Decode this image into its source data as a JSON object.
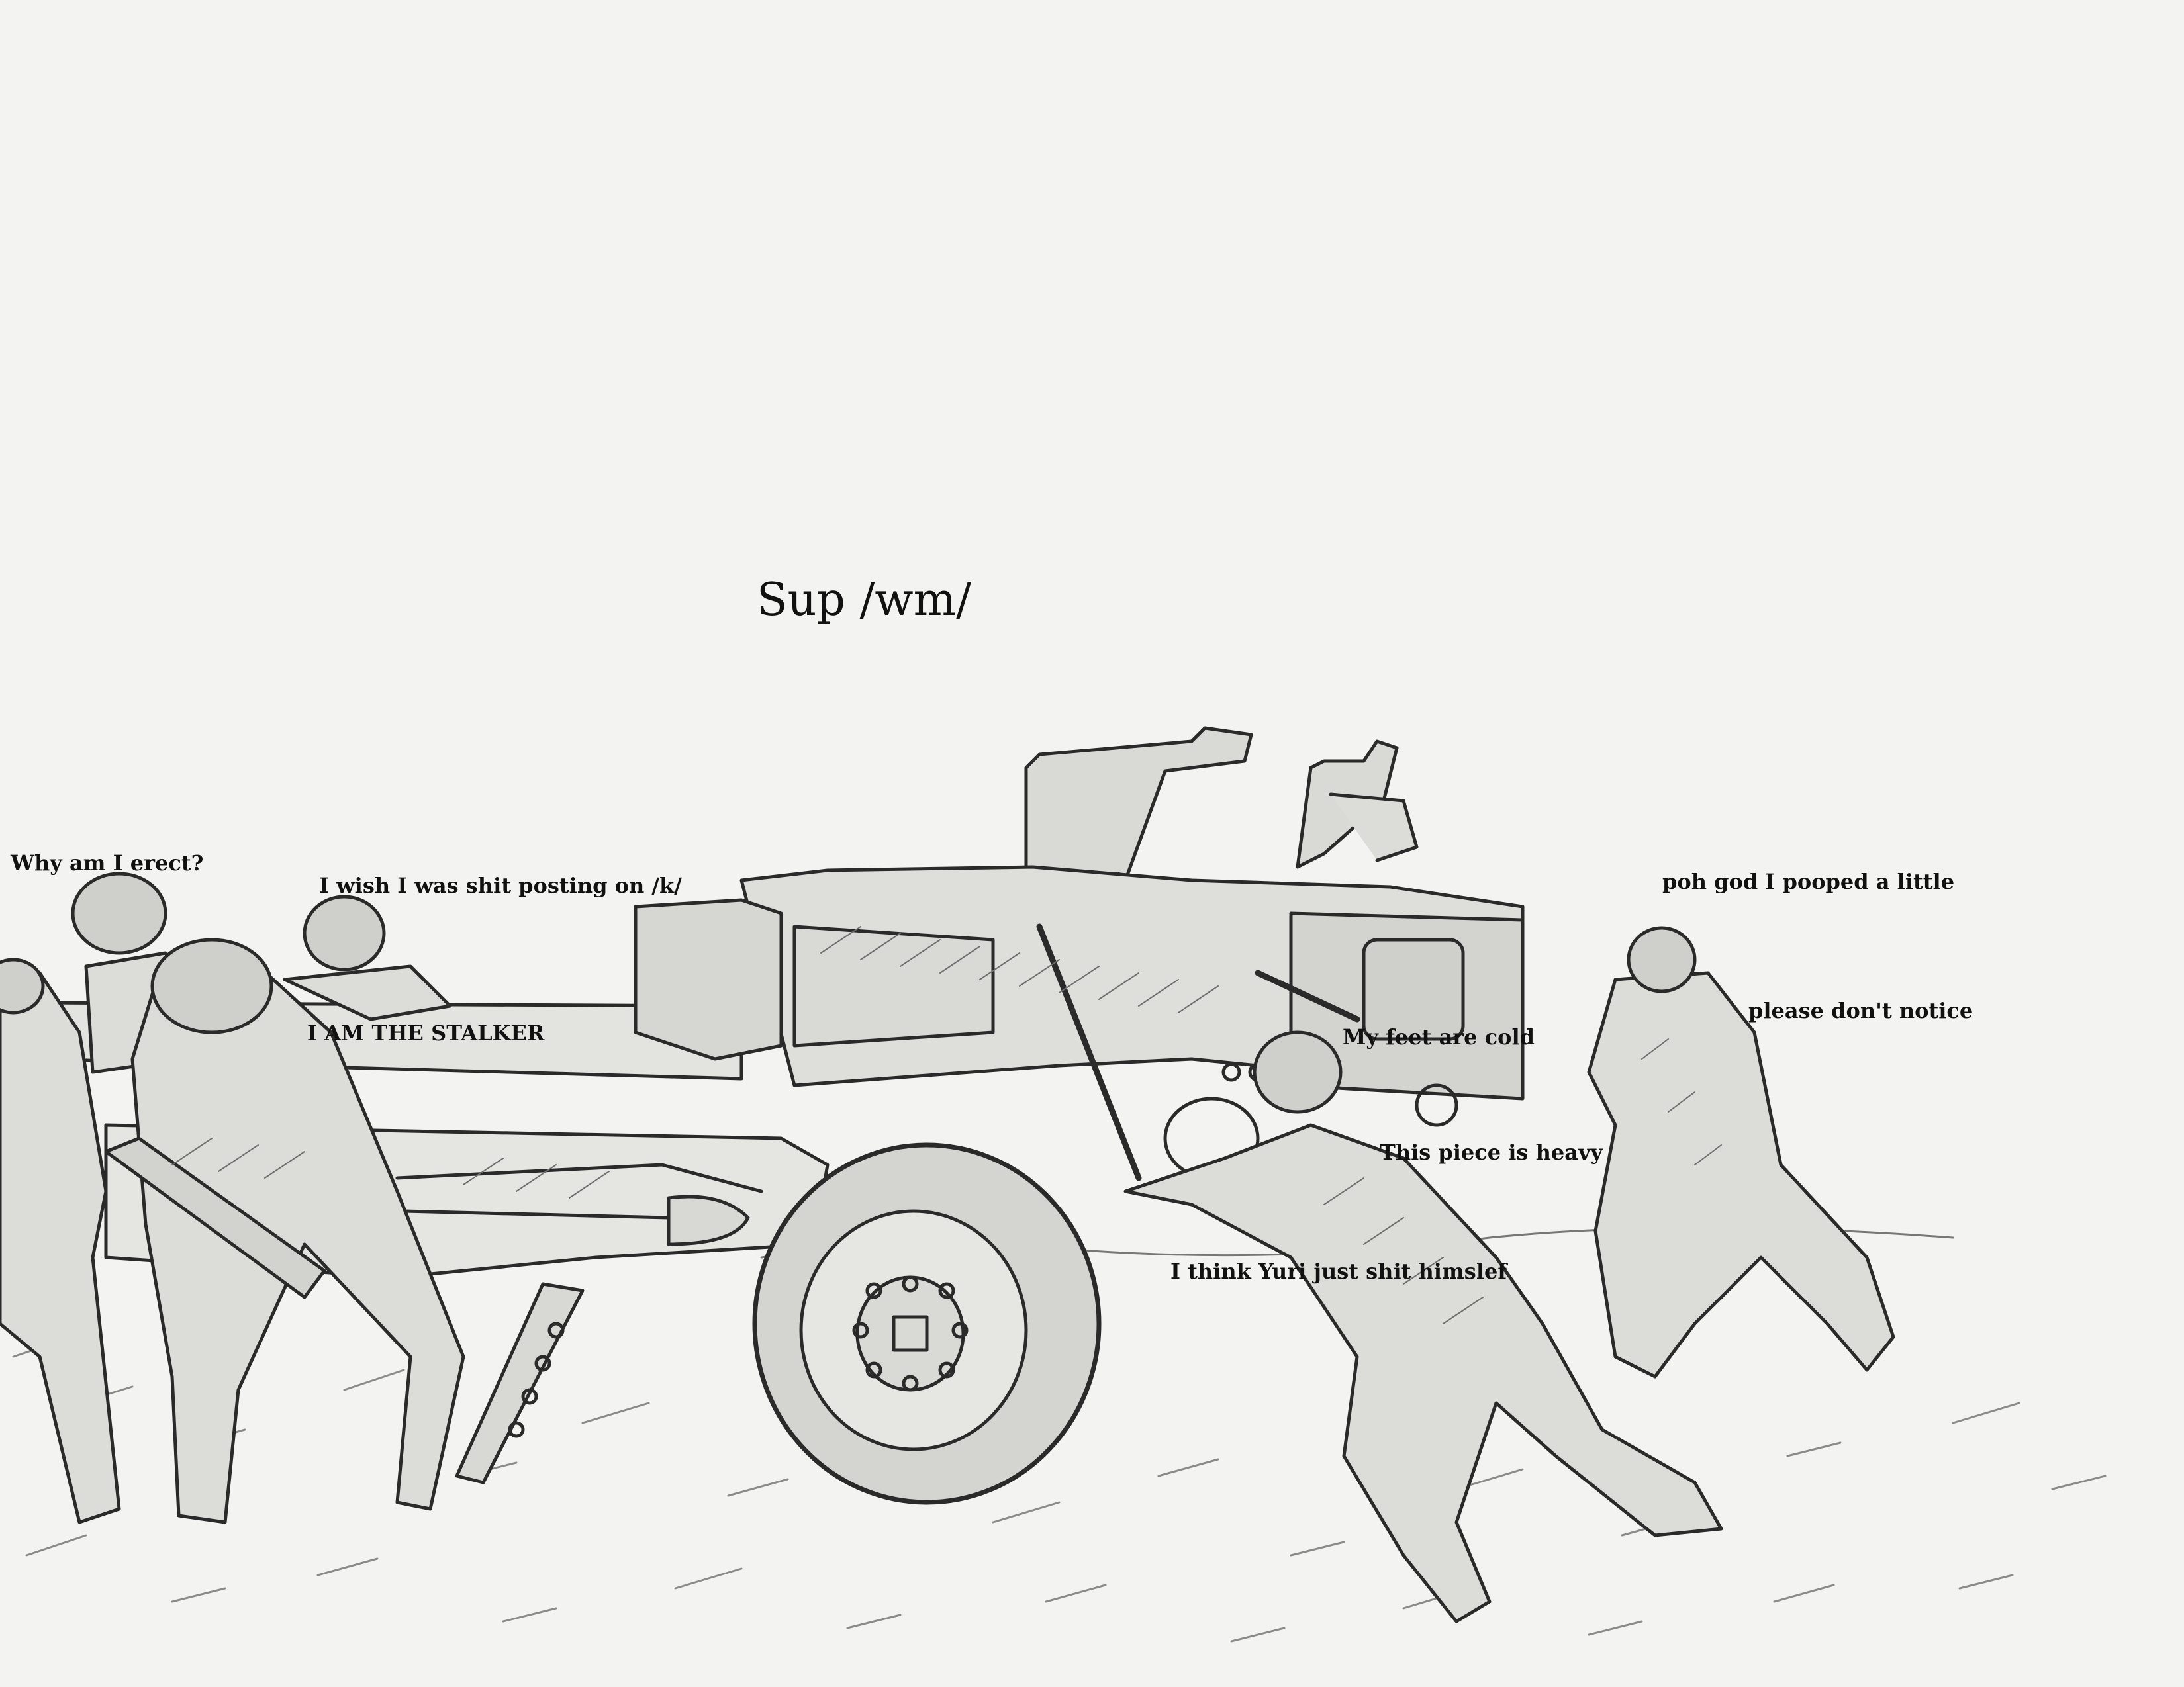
{
  "title": "Sup /wm/",
  "captions": {
    "why_erect": "Why am I erect?",
    "wish_k": "I wish I was shit posting on /k/",
    "stalker": "I AM THE STALKER",
    "feet_cold": "My feet are cold",
    "piece_heavy": "This piece is heavy",
    "yuri": "I think Yuri just shit himslef",
    "pooped": "poh god I pooped a little",
    "dont_notice": "please don't notice"
  }
}
